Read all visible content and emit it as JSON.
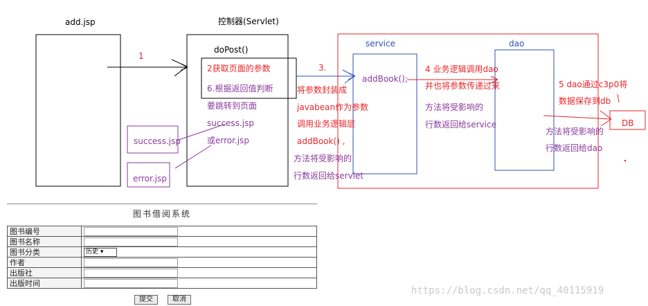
{
  "nodes": {
    "add_jsp": "add.jsp",
    "controller": "控制器(Servlet)",
    "do_post": "doPost()",
    "service": "service",
    "dao": "dao",
    "add_book": "addBook();",
    "db": "DB",
    "success_jsp": "success.jsp",
    "error_jsp": "error.jsp"
  },
  "steps": {
    "s1": "1",
    "s2": "2获取页面的参数",
    "s6": "6.根据返回值判断",
    "s6b": "要跳转到页面",
    "s6c": "success.jsp",
    "s6d": "或error.jsp",
    "s3": "3.",
    "s3a": "将参数封装成",
    "s3b": "javabean作为参数",
    "s3c": "调用业务逻辑层",
    "s3d": "addBook() ,",
    "s3e": "方法将受影响的",
    "s3f": "行数返回给servlet",
    "s4a": "4 业务逻辑调用dao",
    "s4b": "并也将参数传递过来",
    "s4c": "方法将受影响的",
    "s4d": "行数返回给service",
    "s5a": "5 dao通过c3p0将",
    "s5b": "数据保存到db",
    "s5c": "方法将受影响的",
    "s5d": "行数返回给dao"
  },
  "form": {
    "title": "图书借阅系统",
    "rows": [
      {
        "label": "图书编号",
        "kind": "text"
      },
      {
        "label": "图书名称",
        "kind": "text"
      },
      {
        "label": "图书分类",
        "kind": "select",
        "value": "历史"
      },
      {
        "label": "作者",
        "kind": "text"
      },
      {
        "label": "出版社",
        "kind": "text"
      },
      {
        "label": "出版时间",
        "kind": "text"
      }
    ],
    "submit": "提交",
    "cancel": "取消"
  },
  "watermark": "https://blog.csdn.net/qq_40115919",
  "colors": {
    "black": "#000000",
    "red": "#e8262a",
    "blue": "#2f4fb5",
    "purple": "#8b3a9e"
  }
}
